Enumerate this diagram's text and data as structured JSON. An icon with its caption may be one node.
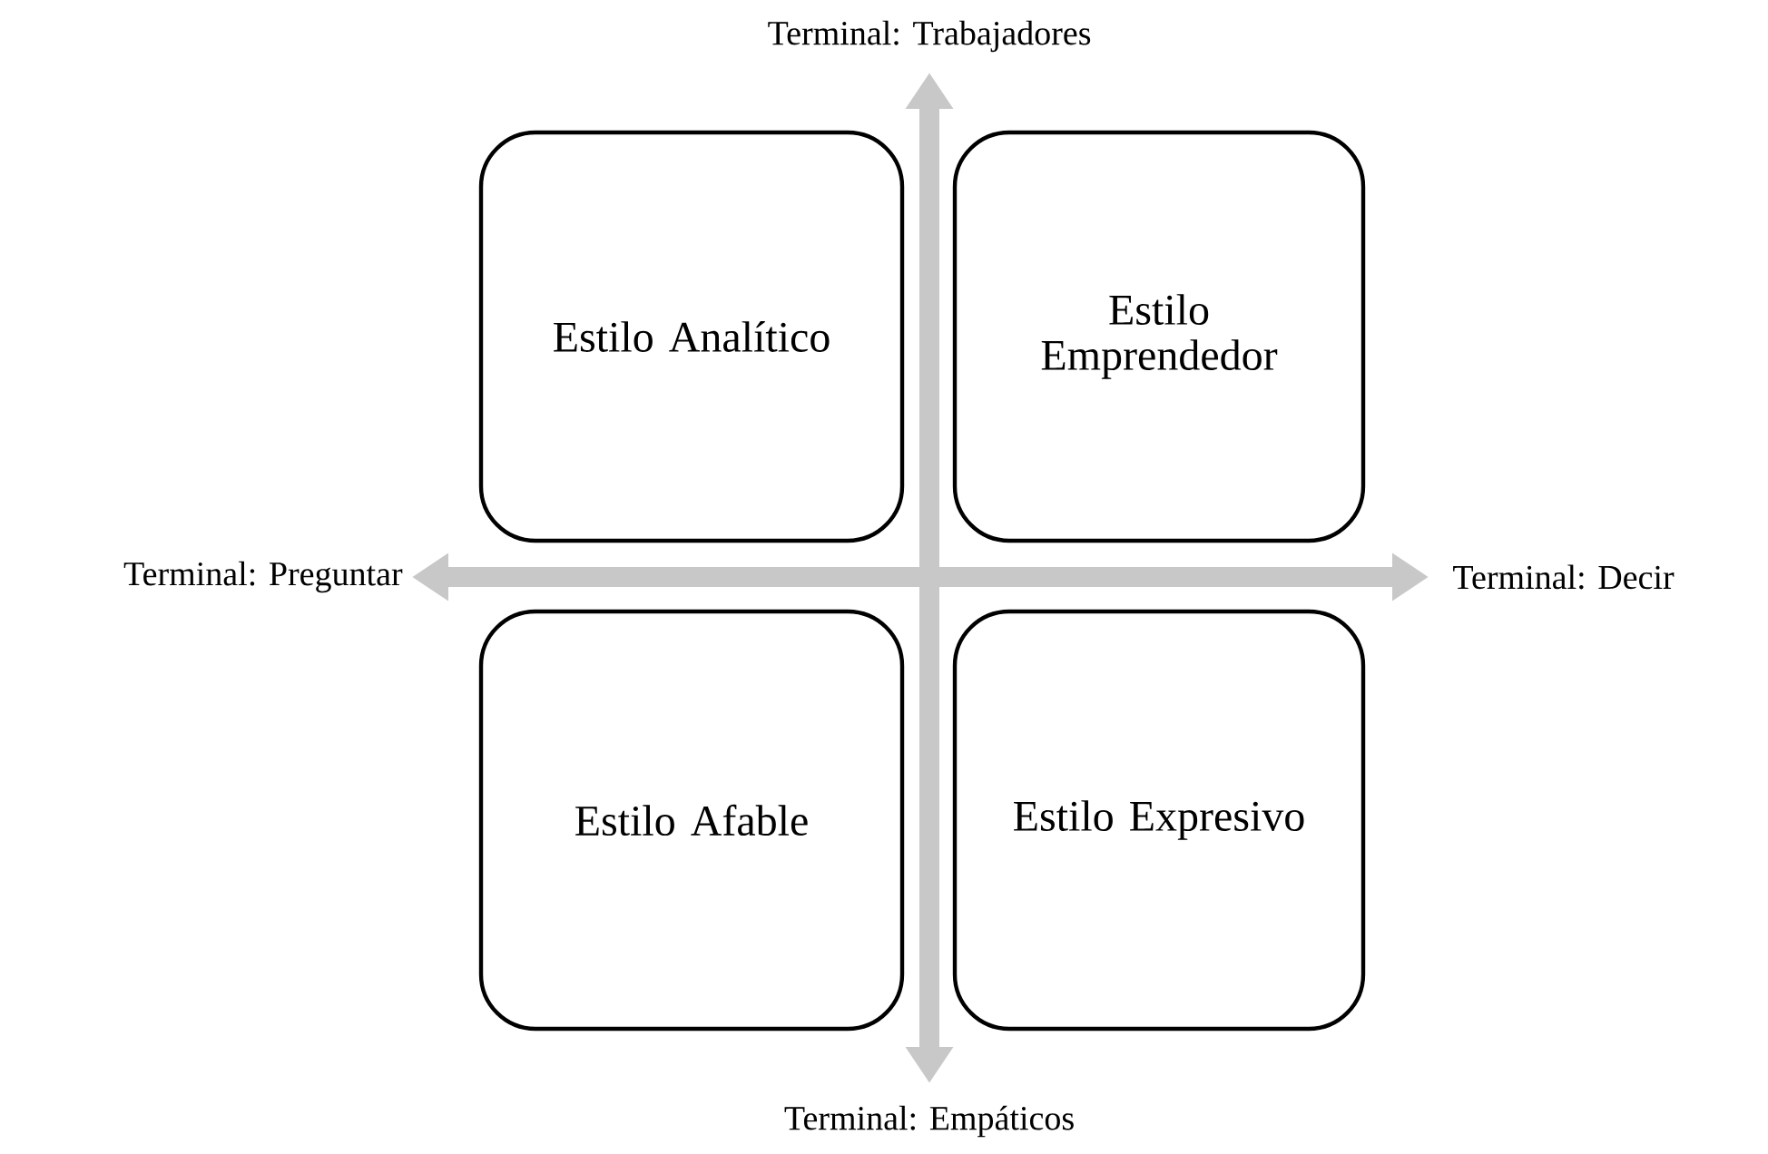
{
  "diagram": {
    "nodes": [
      {
        "text": [
          "Estilo Analítico"
        ]
      },
      {
        "text": [
          "Estilo Emprendedor"
        ]
      },
      {
        "text": [
          "Estilo Afable"
        ]
      },
      {
        "text": [
          "Estilo Expresivo"
        ]
      }
    ],
    "labels": [
      "Terminal: Trabajadores",
      "Terminal: Preguntar",
      "Terminal: Decir",
      "Terminal: Empáticos"
    ]
  }
}
